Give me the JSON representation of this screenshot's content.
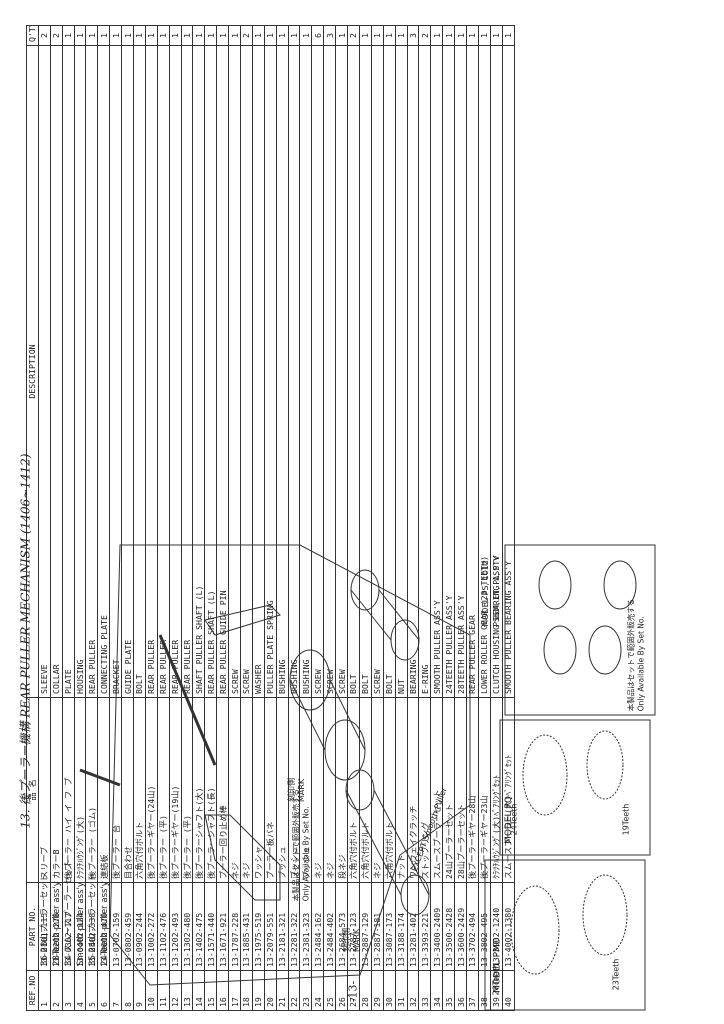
{
  "section_title": "13. 後プーラー機構 REAR PULLER MECHANISM (1406~1412)",
  "page_number": "-13-",
  "table": {
    "headers": {
      "ref": "REF.NO",
      "part": "PART NO.",
      "name": "品 名",
      "description": "DESCRIPTION",
      "qty": "Q'TY"
    },
    "rows": [
      {
        "ref": "1",
        "part": "13-0101-115",
        "name": "スリーブ",
        "desc": "SLEEVE",
        "qty": "2"
      },
      {
        "ref": "2",
        "part": "13-0202-278",
        "name": "カラーB",
        "desc": "COLLAR",
        "qty": "2"
      },
      {
        "ref": "3",
        "part": "13-0302-117",
        "name": "後プーラー ハイ イ フ プ",
        "desc": "PLATE",
        "qty": "1"
      },
      {
        "ref": "4",
        "part": "13-0402-124",
        "name": "ｸﾗﾂﾁﾊｳｼﾞﾝｸﾞ(大)",
        "desc": "HOUSING",
        "qty": "1"
      },
      {
        "ref": "5",
        "part": "13-0502-338",
        "name": "後プーラー (ゴム)",
        "desc": "REAR PULLER",
        "qty": "1"
      },
      {
        "ref": "6",
        "part": "13-0602-470",
        "name": "連結板",
        "desc": "CONNECTING PLATE",
        "qty": "1"
      },
      {
        "ref": "7",
        "part": "13-0702-159",
        "name": "後プーラー 台",
        "desc": "BRACKET",
        "qty": "1"
      },
      {
        "ref": "8",
        "part": "13-0802-459",
        "name": "目合わせ",
        "desc": "GUIDE PLATE",
        "qty": "1"
      },
      {
        "ref": "9",
        "part": "13-0902-244",
        "name": "六角穴付ボルト",
        "desc": "BOLT",
        "qty": "1"
      },
      {
        "ref": "10",
        "part": "13-1002-272",
        "name": "後プーラーギヤー(24山)",
        "desc": "REAR PULLER",
        "qty": "1"
      },
      {
        "ref": "11",
        "part": "13-1102-476",
        "name": "後プーラー (平)",
        "desc": "REAR PULLER",
        "qty": "1"
      },
      {
        "ref": "12",
        "part": "13-1202-493",
        "name": "後プーラーギヤー(19山)",
        "desc": "REAR PULLER",
        "qty": "1"
      },
      {
        "ref": "13",
        "part": "13-1302-480",
        "name": "後プーラー (平)",
        "desc": "REAR PULLER",
        "qty": "1"
      },
      {
        "ref": "14",
        "part": "13-1402-475",
        "name": "後プーラーシャフト(大)",
        "desc": "SHAFT PULLER SHAFT (L)",
        "qty": "1"
      },
      {
        "ref": "15",
        "part": "13-1571-440",
        "name": "後プーラーシャフト(長)",
        "desc": "REAR PULLER SHAFT (L)",
        "qty": "1"
      },
      {
        "ref": "16",
        "part": "13-1671-921",
        "name": "プーラー回り止め棒",
        "desc": "REAR PULLER GUIDE PIN",
        "qty": "1"
      },
      {
        "ref": "17",
        "part": "13-1787-228",
        "name": "ネジ",
        "desc": "SCREW",
        "qty": "1"
      },
      {
        "ref": "18",
        "part": "13-1885-431",
        "name": "ネジ",
        "desc": "SCREW",
        "qty": "2"
      },
      {
        "ref": "19",
        "part": "13-1975-519",
        "name": "ワッシャ",
        "desc": "WASHER",
        "qty": "1"
      },
      {
        "ref": "20",
        "part": "13-2079-551",
        "name": "プーラー板バネ",
        "desc": "PULLER PLATE SPRING",
        "qty": "1"
      },
      {
        "ref": "21",
        "part": "13-2181-321",
        "name": "ブッシュ",
        "desc": "BUSHING",
        "qty": "1"
      },
      {
        "ref": "22",
        "part": "13-2281-322",
        "name": "ブッシュ",
        "desc": "BUSHING",
        "qty": "1"
      },
      {
        "ref": "23",
        "part": "13-2381-323",
        "name": "ブッシュ",
        "desc": "BUSHING",
        "qty": "1"
      },
      {
        "ref": "24",
        "part": "13-2484-162",
        "name": "ネジ",
        "desc": "SCREW",
        "qty": "6"
      },
      {
        "ref": "25",
        "part": "13-2484-402",
        "name": "ネジ",
        "desc": "SCREW",
        "qty": "3"
      },
      {
        "ref": "26",
        "part": "13-2684-573",
        "name": "段ネジ",
        "desc": "SCREW",
        "qty": "1"
      },
      {
        "ref": "27",
        "part": "13-2787-123",
        "name": "六角穴付ボルト",
        "desc": "BOLT",
        "qty": "2"
      },
      {
        "ref": "28",
        "part": "13-2887-129",
        "name": "六角穴付ボルト",
        "desc": "BOLT",
        "qty": "1"
      },
      {
        "ref": "29",
        "part": "13-2887-181",
        "name": "ネジ",
        "desc": "SCREW",
        "qty": "1"
      },
      {
        "ref": "30",
        "part": "13-3087-173",
        "name": "六角穴付ボルト",
        "desc": "BOLT",
        "qty": "1"
      },
      {
        "ref": "31",
        "part": "13-3188-174",
        "name": "ナット",
        "desc": "NUT",
        "qty": "1"
      },
      {
        "ref": "32",
        "part": "13-3281-402",
        "name": "ワンウェイクラッチ",
        "desc": "BEARING",
        "qty": "3"
      },
      {
        "ref": "33",
        "part": "13-3393-221",
        "name": "ストップリング",
        "desc": "E-RING",
        "qty": "2"
      },
      {
        "ref": "34",
        "part": "13-3400-2409",
        "name": "スムースプーラーセット",
        "desc": "SMOOTH PULLER ASS'Y",
        "qty": "1"
      },
      {
        "ref": "35",
        "part": "13-3500-2428",
        "name": "24山プーラーセット",
        "desc": "24TEETH PULLER ASS'Y",
        "qty": "1"
      },
      {
        "ref": "36",
        "part": "13-3600-2429",
        "name": "28山プーラーセット",
        "desc": "28TEETH PULLER ASS'Y",
        "qty": "1"
      },
      {
        "ref": "37",
        "part": "13-3702-494",
        "name": "後プーラーギヤー28山",
        "desc": "REAR PULLER GEAR",
        "qty": "1"
      },
      {
        "ref": "38",
        "part": "13-3802-495",
        "name": "後プーラーギヤー23山",
        "desc": "LOWER ROLLER GEAR (23 TEETH)",
        "qty": "1"
      },
      {
        "ref": "39",
        "part": "13-3902-1240",
        "name": "ｸﾗﾂﾁﾊｳｼﾞﾝｸﾞ(大)ﾍﾞｱﾘﾝｸﾞｾｯﾄ",
        "desc": "CLUTCH HOUSING BEARING ASS'Y",
        "qty": "1"
      },
      {
        "ref": "40",
        "part": "13-4002-1380",
        "name": "スムースプーラー(大)ﾍﾞｱﾘﾝｸﾞｾｯﾄ",
        "desc": "SMOOTH PULLER BEARING ASS'Y",
        "qty": "1"
      }
    ]
  },
  "legend": [
    {
      "num": "36",
      "jp": "28山プーラーセット",
      "en": "28Teeth puller ass'y"
    },
    {
      "num": "34",
      "jp": "スムースプーラーセット",
      "en": "Smooth puller ass'y"
    },
    {
      "num": "35",
      "jp": "24山プーラーセット",
      "en": "24Teeth puller ass'y"
    }
  ],
  "callouts": {
    "except_smooth": "EXCEPT Smooth Puller",
    "only_set_jp": "本製品はセットで範囲外販売する",
    "only_set_en": "Only Available By Set No.",
    "mark_jp": "刻印側",
    "mark_en": "MARK",
    "model_ps": "MODEL PS, 1012",
    "model_ps_sub": "PSSM, ET, PL, PTV",
    "model_pq": "MODEL PQ",
    "model_pmd": "MODEL PMD",
    "t24": "24Teeth",
    "t19": "19Teeth",
    "t28": "28Teeth",
    "t23": "23Teeth"
  }
}
